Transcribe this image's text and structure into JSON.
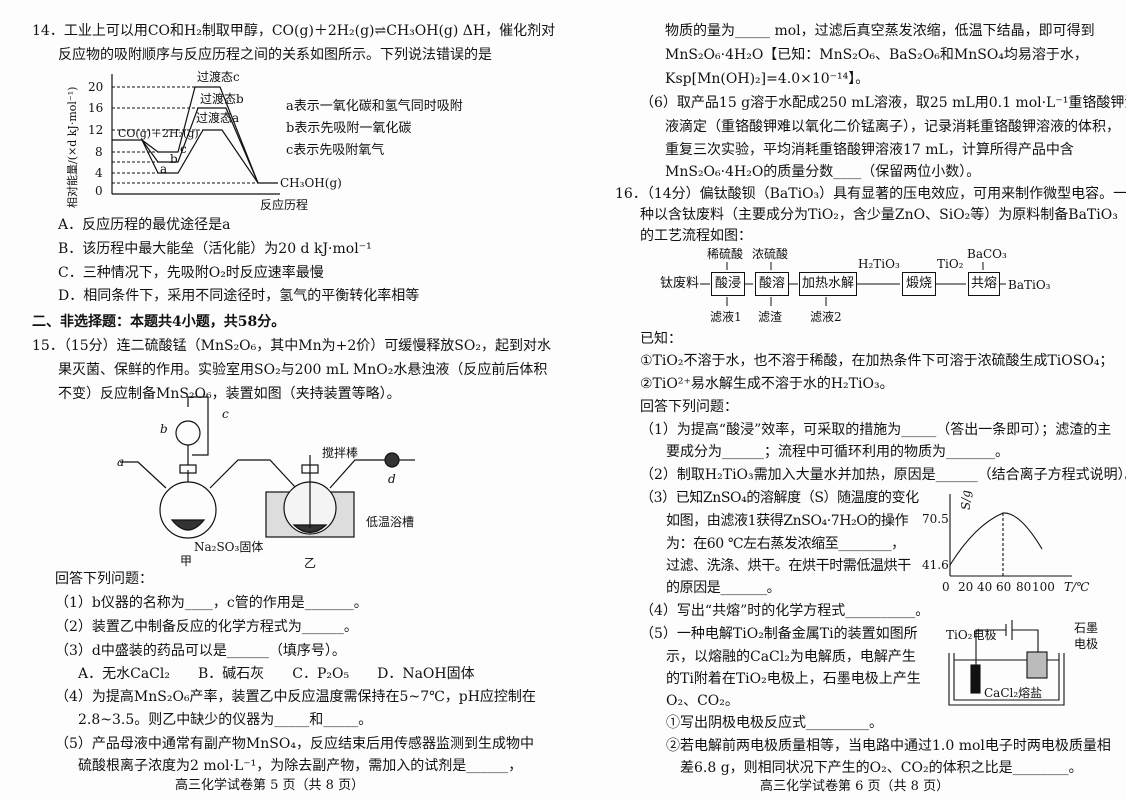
{
  "left": {
    "q14": [
      "14．工业上可以用CO和H₂制取甲醇，CO(g)＋2H₂(g)⇌CH₃OH(g) ΔH，催化剂对",
      "反应物的吸附顺序与反应历程之间的关系如图所示。下列说法错误的是"
    ],
    "energy_fig": {
      "ylabel": "相对能量/(×d kJ·mol⁻¹)",
      "xlabel": "反应历程",
      "yticks": [
        "20",
        "16",
        "12",
        "8",
        "4",
        "0"
      ],
      "reactant": "CO(g)＋2H₂(g)",
      "product": "CH₃OH(g)",
      "ts": [
        "过渡态c",
        "过渡态b",
        "过渡态a"
      ],
      "paths": [
        "c",
        "b",
        "a"
      ],
      "legend": [
        "a表示一氧化碳和氢气同时吸附",
        "b表示先吸附一氧化碳",
        "c表示先吸附氧气"
      ]
    },
    "q14_options": [
      "A．反应历程的最优途径是a",
      "B．该历程中最大能垒（活化能）为20 d kJ·mol⁻¹",
      "C．三种情况下，先吸附O₂时反应速率最慢",
      "D．相同条件下，采用不同途径时，氢气的平衡转化率相等"
    ],
    "section2": "二、非选择题：本题共4小题，共58分。",
    "q15": [
      "15．（15分）连二硫酸锰（MnS₂O₆，其中Mn为+2价）可缓慢释放SO₂，起到对水",
      "果灭菌、保鲜的作用。实验室用SO₂与200 mL MnO₂水悬浊液（反应前后体积",
      "不变）反应制备MnS₂O₆，装置如图（夹持装置等略）。"
    ],
    "apparatus": {
      "a": "a",
      "b": "b",
      "c": "c",
      "d": "d",
      "stir": "搅拌棒",
      "bath": "低温浴槽",
      "solid": "Na₂SO₃固体",
      "jia": "甲",
      "yi": "乙"
    },
    "q15_parts": [
      "回答下列问题：",
      "（1）b仪器的名称为____，c管的作用是_______。",
      "（2）装置乙中制备反应的化学方程式为______。",
      "（3）d中盛装的药品可以是______（填序号）。",
      "A．无水CaCl₂　　B．碱石灰　　C．P₂O₅　　D．NaOH固体",
      "（4）为提高MnS₂O₆产率，装置乙中反应温度需保持在5~7℃，pH应控制在",
      "2.8~3.5。则乙中缺少的仪器为_____和_____。",
      "（5）产品母液中通常有副产物MnSO₄，反应结束后用传感器监测到生成物中",
      "硫酸根离子浓度为2 mol·L⁻¹，为除去副产物，需加入的试剂是______，"
    ],
    "footer": "高三化学试卷第 5 页（共 8 页）"
  },
  "right": {
    "q15_cont": [
      "物质的量为_____ mol，过滤后真空蒸发浓缩，低温下结晶，即可得到",
      "MnS₂O₆·4H₂O【已知：MnS₂O₆、BaS₂O₆和MnSO₄均易溶于水，",
      "Ksp[Mn(OH)₂]=4.0×10⁻¹⁴】。",
      "（6）取产品15 g溶于水配成250 mL溶液，取25 mL用0.1 mol·L⁻¹重铬酸钾溶",
      "液滴定（重铬酸钾难以氧化二价锰离子），记录消耗重铬酸钾溶液的体积，",
      "重复三次实验，平均消耗重铬酸钾溶液17 mL，计算所得产品中含",
      "MnS₂O₆·4H₂O的质量分数____（保留两位小数）。"
    ],
    "q16": [
      "16．（14分）偏钛酸钡（BaTiO₃）具有显著的压电效应，可用来制作微型电容。一",
      "种以含钛废料（主要成分为TiO₂，含少量ZnO、SiO₂等）为原料制备BaTiO₃",
      "的工艺流程如图："
    ],
    "flow": {
      "start": "钛废料",
      "steps": [
        "酸浸",
        "酸溶",
        "加热水解",
        "煅烧",
        "共熔"
      ],
      "inputs": [
        "稀硫酸",
        "浓硫酸",
        "BaCO₃"
      ],
      "outputs": [
        "滤液1",
        "滤渣",
        "滤液2"
      ],
      "mid": [
        "H₂TiO₃",
        "TiO₂"
      ],
      "product": "BaTiO₃"
    },
    "known": [
      "已知：",
      "①TiO₂不溶于水，也不溶于稀酸，在加热条件下可溶于浓硫酸生成TiOSO₄；",
      "②TiO²⁺易水解生成不溶于水的H₂TiO₃。",
      "回答下列问题："
    ],
    "parts": [
      "（1）为提高“酸浸”效率，可采取的措施为_____（答出一条即可）；滤渣的主",
      "要成分为______；流程中可循环利用的物质为_______。",
      "（2）制取H₂TiO₃需加入大量水并加热，原因是______（结合离子方程式说明）。",
      "（3）已知ZnSO₄的溶解度（S）随温度的变化",
      "如图，由滤液1获得ZnSO₄·7H₂O的操作",
      "为：在60 ℃左右蒸发浓缩至________，",
      "过滤、洗涤、烘干。在烘干时需低温烘干",
      "的原因是_______。",
      "（4）写出“共熔”时的化学方程式__________。",
      "（5）一种电解TiO₂制备金属Ti的装置如图所",
      "示，以熔融的CaCl₂为电解质，电解产生",
      "的Ti附着在TiO₂电极上，石墨电极上产生",
      "O₂、CO₂。",
      "①写出阴极电极反应式_________。",
      "②若电解前两电极质量相等，当电路中通过1.0 mol电子时两电极质量相",
      "差6.8 g，则相同状况下产生的O₂、CO₂的体积之比是________。"
    ],
    "sol_fig": {
      "ylabel": "S/g",
      "xlabel": "T/℃",
      "yticks": [
        "70.5",
        "41.6"
      ],
      "xticks": [
        "0",
        "20",
        "40",
        "60",
        "80",
        "100"
      ]
    },
    "elec_fig": {
      "left": "TiO₂电极",
      "right1": "石墨",
      "right2": "电极",
      "melt": "CaCl₂熔盐"
    },
    "footer": "高三化学试卷第 6 页（共 8 页）"
  }
}
